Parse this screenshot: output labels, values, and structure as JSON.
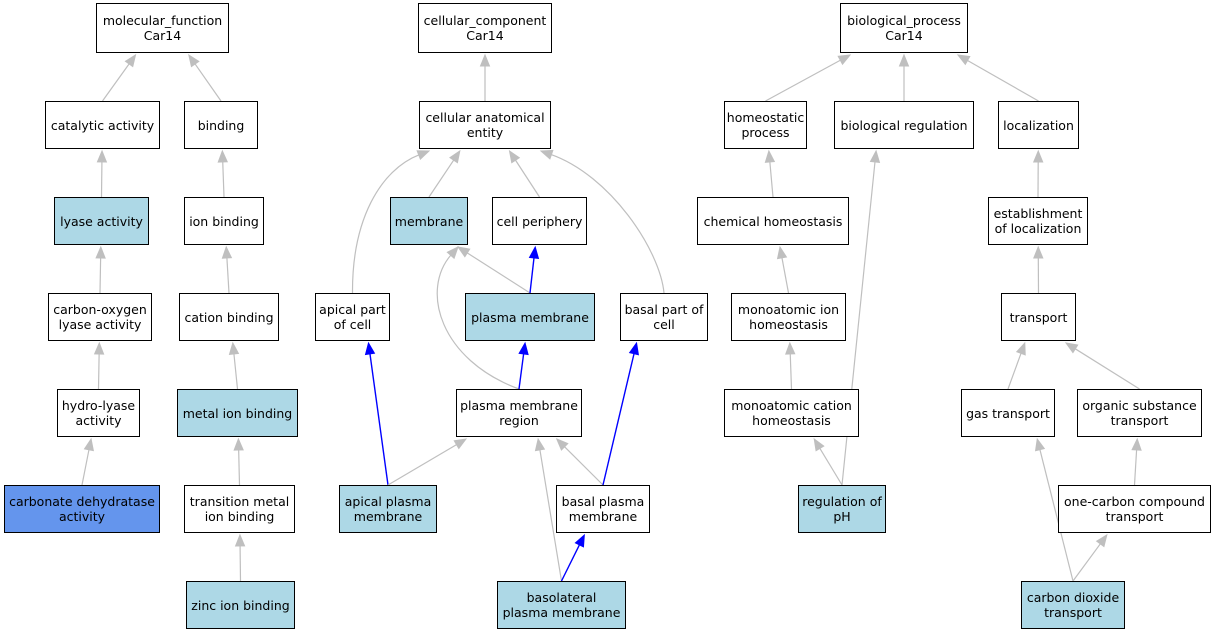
{
  "colors": {
    "default_fill": "#ffffff",
    "light_fill": "#add8e6",
    "query_fill": "#6495ed",
    "gray_edge": "#bfbfbf",
    "blue_edge": "#0000ff"
  },
  "nodes": {
    "mf_root": {
      "line1": "molecular_function",
      "line2": "Car14",
      "fill": "white"
    },
    "cc_root": {
      "line1": "cellular_component",
      "line2": "Car14",
      "fill": "white"
    },
    "bp_root": {
      "line1": "biological_process",
      "line2": "Car14",
      "fill": "white"
    },
    "catalytic": {
      "line1": "catalytic activity",
      "line2": "",
      "fill": "white"
    },
    "binding": {
      "line1": "binding",
      "line2": "",
      "fill": "white"
    },
    "lyase": {
      "line1": "lyase activity",
      "line2": "",
      "fill": "light"
    },
    "ion_binding": {
      "line1": "ion binding",
      "line2": "",
      "fill": "white"
    },
    "co_lyase": {
      "line1": "carbon-oxygen",
      "line2": "lyase activity",
      "fill": "white"
    },
    "cation_binding": {
      "line1": "cation binding",
      "line2": "",
      "fill": "white"
    },
    "hydro_lyase": {
      "line1": "hydro-lyase",
      "line2": "activity",
      "fill": "white"
    },
    "metal_ion": {
      "line1": "metal ion binding",
      "line2": "",
      "fill": "light"
    },
    "carbonate": {
      "line1": "carbonate dehydratase",
      "line2": "activity",
      "fill": "query"
    },
    "transition_metal": {
      "line1": "transition metal",
      "line2": "ion binding",
      "fill": "white"
    },
    "zinc": {
      "line1": "zinc ion binding",
      "line2": "",
      "fill": "light"
    },
    "cae": {
      "line1": "cellular anatomical",
      "line2": "entity",
      "fill": "white"
    },
    "membrane": {
      "line1": "membrane",
      "line2": "",
      "fill": "light"
    },
    "cell_periphery": {
      "line1": "cell periphery",
      "line2": "",
      "fill": "white"
    },
    "apical_part": {
      "line1": "apical part",
      "line2": "of cell",
      "fill": "white"
    },
    "plasma_membrane": {
      "line1": "plasma membrane",
      "line2": "",
      "fill": "light"
    },
    "basal_part": {
      "line1": "basal part of",
      "line2": "cell",
      "fill": "white"
    },
    "pm_region": {
      "line1": "plasma membrane",
      "line2": "region",
      "fill": "white"
    },
    "apical_pm": {
      "line1": "apical plasma",
      "line2": "membrane",
      "fill": "light"
    },
    "basal_pm": {
      "line1": "basal plasma",
      "line2": "membrane",
      "fill": "white"
    },
    "basolateral_pm": {
      "line1": "basolateral",
      "line2": "plasma membrane",
      "fill": "light"
    },
    "homeostatic": {
      "line1": "homeostatic",
      "line2": "process",
      "fill": "white"
    },
    "bio_reg": {
      "line1": "biological regulation",
      "line2": "",
      "fill": "white"
    },
    "localization": {
      "line1": "localization",
      "line2": "",
      "fill": "white"
    },
    "chem_homeo": {
      "line1": "chemical homeostasis",
      "line2": "",
      "fill": "white"
    },
    "est_loc": {
      "line1": "establishment",
      "line2": "of localization",
      "fill": "white"
    },
    "mono_ion_homeo": {
      "line1": "monoatomic ion",
      "line2": "homeostasis",
      "fill": "white"
    },
    "transport": {
      "line1": "transport",
      "line2": "",
      "fill": "white"
    },
    "mono_cation_homeo": {
      "line1": "monoatomic cation",
      "line2": "homeostasis",
      "fill": "white"
    },
    "gas_transport": {
      "line1": "gas transport",
      "line2": "",
      "fill": "white"
    },
    "organic_transport": {
      "line1": "organic substance",
      "line2": "transport",
      "fill": "white"
    },
    "reg_ph": {
      "line1": "regulation of",
      "line2": "pH",
      "fill": "light"
    },
    "one_carbon": {
      "line1": "one-carbon compound",
      "line2": "transport",
      "fill": "white"
    },
    "co2_transport": {
      "line1": "carbon dioxide",
      "line2": "transport",
      "fill": "light"
    }
  },
  "edges": [
    {
      "from": "catalytic",
      "to": "mf_root",
      "color": "gray"
    },
    {
      "from": "binding",
      "to": "mf_root",
      "color": "gray"
    },
    {
      "from": "lyase",
      "to": "catalytic",
      "color": "gray"
    },
    {
      "from": "ion_binding",
      "to": "binding",
      "color": "gray"
    },
    {
      "from": "co_lyase",
      "to": "lyase",
      "color": "gray"
    },
    {
      "from": "cation_binding",
      "to": "ion_binding",
      "color": "gray"
    },
    {
      "from": "hydro_lyase",
      "to": "co_lyase",
      "color": "gray"
    },
    {
      "from": "metal_ion",
      "to": "cation_binding",
      "color": "gray"
    },
    {
      "from": "carbonate",
      "to": "hydro_lyase",
      "color": "gray"
    },
    {
      "from": "transition_metal",
      "to": "metal_ion",
      "color": "gray"
    },
    {
      "from": "zinc",
      "to": "transition_metal",
      "color": "gray"
    },
    {
      "from": "cae",
      "to": "cc_root",
      "color": "gray"
    },
    {
      "from": "membrane",
      "to": "cae",
      "color": "gray"
    },
    {
      "from": "cell_periphery",
      "to": "cae",
      "color": "gray"
    },
    {
      "from": "apical_part",
      "to": "cae",
      "color": "gray"
    },
    {
      "from": "basal_part",
      "to": "cae",
      "color": "gray"
    },
    {
      "from": "plasma_membrane",
      "to": "membrane",
      "color": "gray"
    },
    {
      "from": "plasma_membrane",
      "to": "cell_periphery",
      "color": "blue"
    },
    {
      "from": "pm_region",
      "to": "membrane",
      "color": "gray"
    },
    {
      "from": "pm_region",
      "to": "plasma_membrane",
      "color": "blue"
    },
    {
      "from": "apical_pm",
      "to": "apical_part",
      "color": "blue"
    },
    {
      "from": "apical_pm",
      "to": "pm_region",
      "color": "gray"
    },
    {
      "from": "basal_pm",
      "to": "pm_region",
      "color": "gray"
    },
    {
      "from": "basal_pm",
      "to": "basal_part",
      "color": "blue"
    },
    {
      "from": "basolateral_pm",
      "to": "pm_region",
      "color": "gray"
    },
    {
      "from": "basolateral_pm",
      "to": "basal_pm",
      "color": "blue"
    },
    {
      "from": "homeostatic",
      "to": "bp_root",
      "color": "gray"
    },
    {
      "from": "bio_reg",
      "to": "bp_root",
      "color": "gray"
    },
    {
      "from": "localization",
      "to": "bp_root",
      "color": "gray"
    },
    {
      "from": "chem_homeo",
      "to": "homeostatic",
      "color": "gray"
    },
    {
      "from": "est_loc",
      "to": "localization",
      "color": "gray"
    },
    {
      "from": "mono_ion_homeo",
      "to": "chem_homeo",
      "color": "gray"
    },
    {
      "from": "transport",
      "to": "est_loc",
      "color": "gray"
    },
    {
      "from": "mono_cation_homeo",
      "to": "mono_ion_homeo",
      "color": "gray"
    },
    {
      "from": "gas_transport",
      "to": "transport",
      "color": "gray"
    },
    {
      "from": "organic_transport",
      "to": "transport",
      "color": "gray"
    },
    {
      "from": "reg_ph",
      "to": "mono_cation_homeo",
      "color": "gray"
    },
    {
      "from": "reg_ph",
      "to": "bio_reg",
      "color": "gray"
    },
    {
      "from": "one_carbon",
      "to": "organic_transport",
      "color": "gray"
    },
    {
      "from": "co2_transport",
      "to": "gas_transport",
      "color": "gray"
    },
    {
      "from": "co2_transport",
      "to": "one_carbon",
      "color": "gray"
    }
  ]
}
